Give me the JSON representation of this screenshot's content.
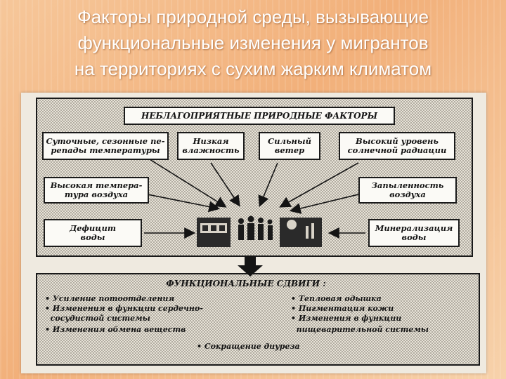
{
  "title": {
    "line1": "Факторы природной среды, вызывающие",
    "line2": "функциональные изменения у мигрантов",
    "line3": "на территориях с сухим жарким климатом"
  },
  "diagram": {
    "header": "НЕБЛАГОПРИЯТНЫЕ ПРИРОДНЫЕ ФАКТОРЫ",
    "factors": {
      "temperature_swings": [
        "Суточные, сезонные пе-",
        "репады температуры"
      ],
      "low_humidity": [
        "Низкая",
        "влажность"
      ],
      "strong_wind": [
        "Сильный",
        "ветер"
      ],
      "solar_radiation": [
        "Высокий уровень",
        "солнечной радиации"
      ],
      "high_air_temp": [
        "Высокая темпера-",
        "тура воздуха"
      ],
      "dustiness": [
        "Запыленность",
        "воздуха"
      ],
      "water_deficit": [
        "Дефицит",
        "воды"
      ],
      "water_mineralization": [
        "Минерализация",
        "воды"
      ]
    },
    "shifts_title": "ФУНКЦИОНАЛЬНЫЕ СДВИГИ :",
    "shifts_left": [
      "• Усиление потоотделения",
      "• Изменения в функции сердечно-",
      "  сосудистой системы",
      "• Изменения обмена веществ"
    ],
    "shifts_right": [
      "• Тепловая одышка",
      "• Пигментация кожи",
      "• Изменения  в функции",
      "  пищеварительной системы"
    ],
    "shifts_bottom": "• Сокращение диуреза"
  },
  "colors": {
    "background": "#f2b07a",
    "title_text": "#ffffff",
    "scan_paper": "#efeae0",
    "ink": "#141414"
  }
}
